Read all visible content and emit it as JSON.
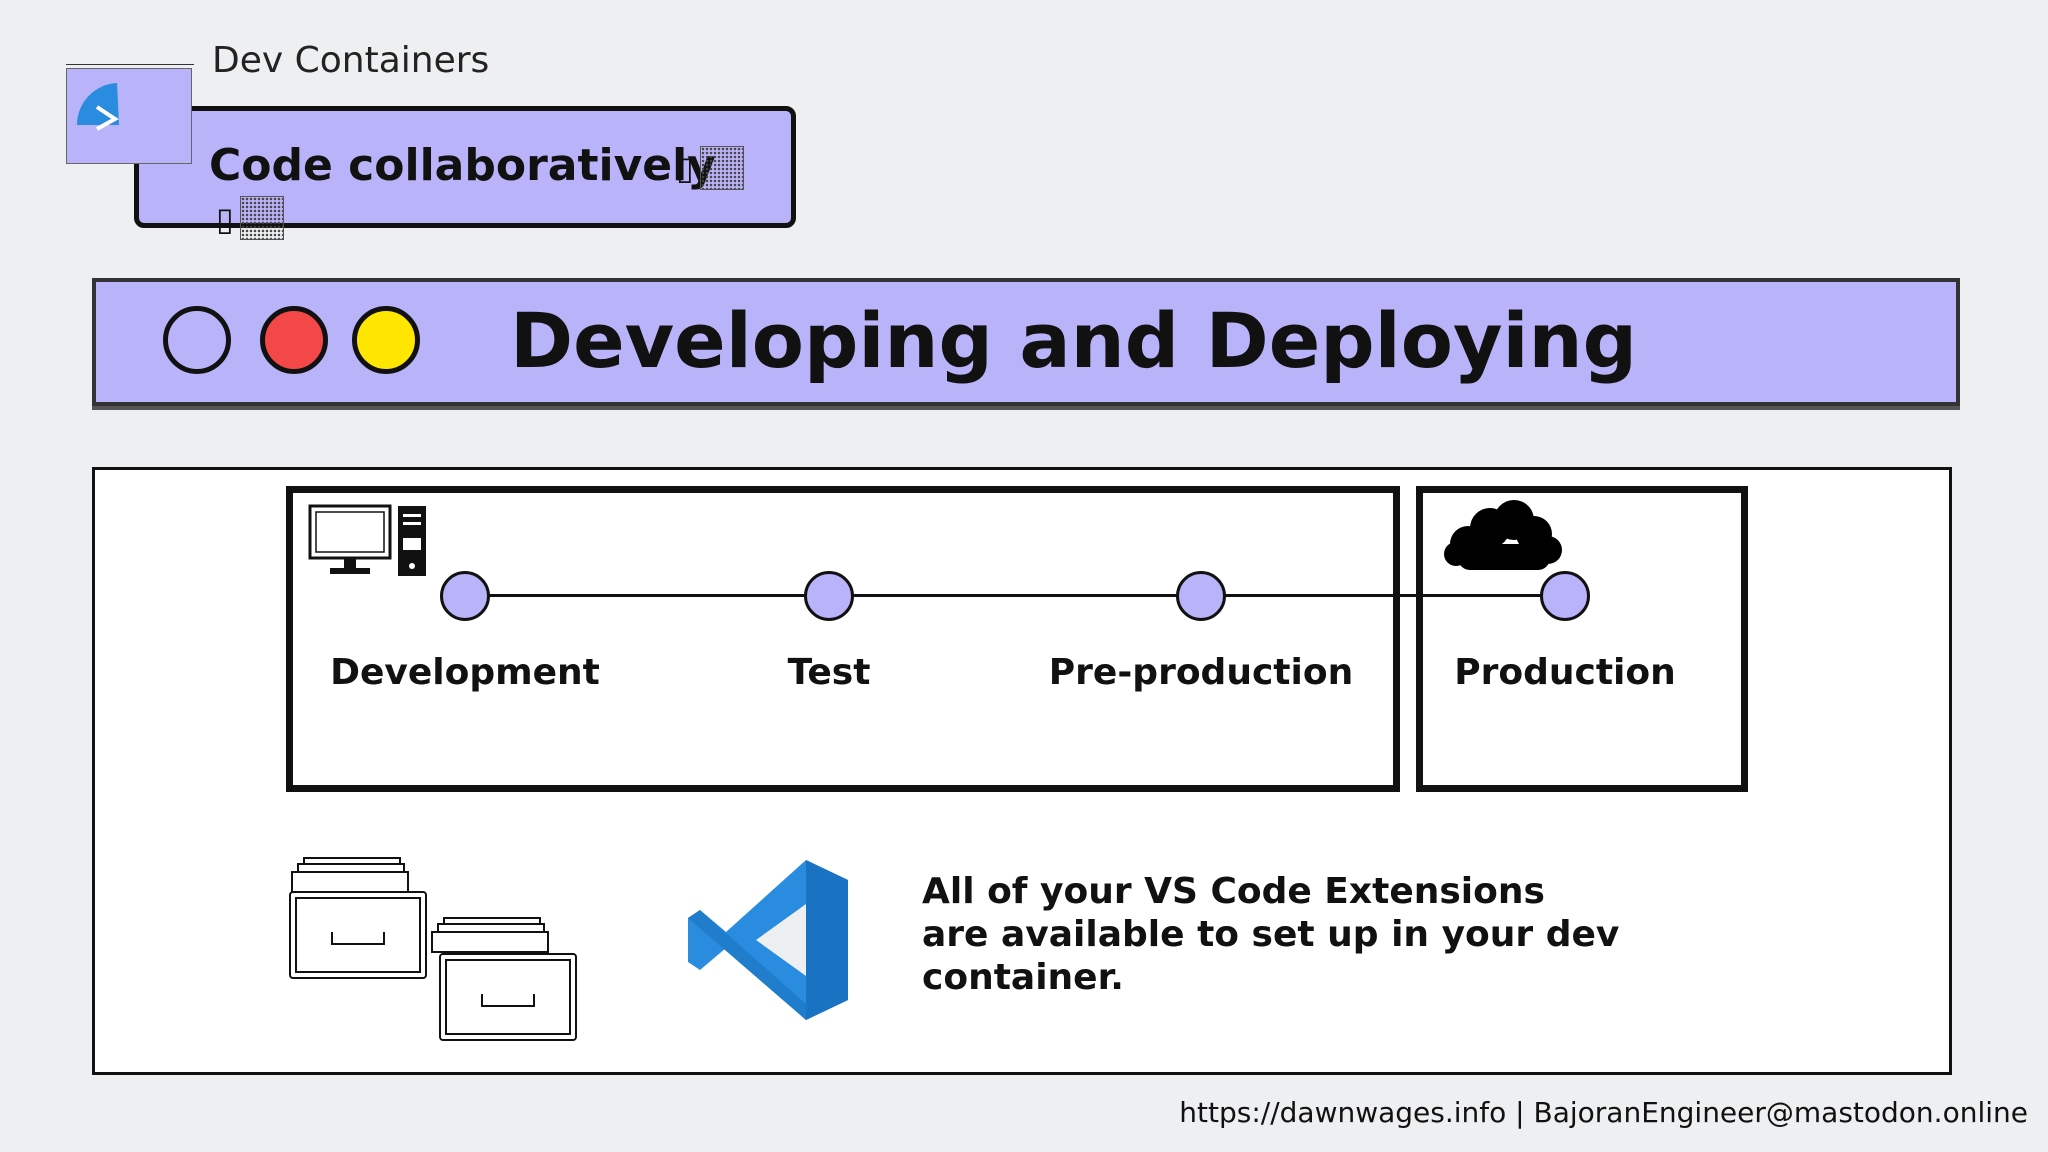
{
  "header": {
    "kicker": "Dev Containers",
    "title": "Code collaboratively",
    "glyph": "▯"
  },
  "banner": {
    "title": "Developing and Deploying",
    "circles": [
      "#b9b3f9",
      "#f44848",
      "#ffe600"
    ]
  },
  "pipeline": {
    "stages": [
      {
        "label": "Development",
        "icon": "desktop-computer-icon"
      },
      {
        "label": "Test"
      },
      {
        "label": "Pre-production"
      },
      {
        "label": "Production",
        "icon": "cloud-icon"
      }
    ]
  },
  "extensions": {
    "text": "All of your VS Code Extensions are available to set up in your dev container.",
    "icons": [
      "file-cabinet-icon",
      "vscode-logo-icon"
    ]
  },
  "footer": {
    "text": "https://dawnwages.info | BajoranEngineer@mastodon.online"
  },
  "colors": {
    "accent": "#b9b3f9",
    "red": "#f44848",
    "yellow": "#ffe600",
    "vscode_blue": "#2a8cde"
  }
}
